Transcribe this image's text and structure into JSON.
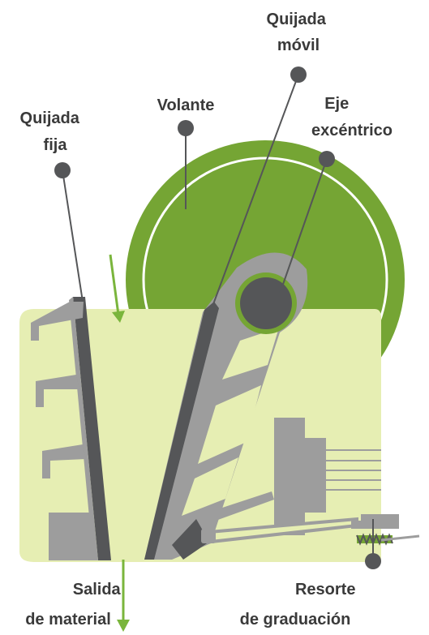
{
  "labels": {
    "quijada_movil": [
      "Quijada",
      "móvil"
    ],
    "volante": "Volante",
    "eje_excentrico": [
      "Eje",
      "excéntrico"
    ],
    "quijada_fija": [
      "Quijada",
      "fija"
    ],
    "salida_material": [
      "Salida",
      "de material"
    ],
    "resorte_graduacion": [
      "Resorte",
      "de graduación"
    ]
  },
  "colors": {
    "flywheel_green": "#75a534",
    "body_fill": "#e6eeb3",
    "steel_gray": "#9d9d9d",
    "dark_gray": "#555658",
    "accent_green": "#7ab53c",
    "text": "#3a3a3a"
  }
}
